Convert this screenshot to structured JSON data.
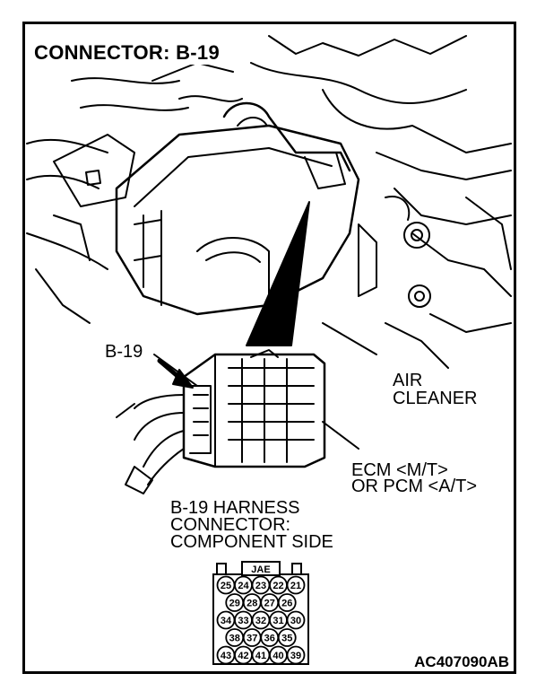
{
  "title": "CONNECTOR: B-19",
  "labels": {
    "b19": "B-19",
    "air_cleaner_1": "AIR",
    "air_cleaner_2": "CLEANER",
    "ecm_1": "ECM <M/T>",
    "ecm_2": "OR PCM <A/T>",
    "harness_1": "B-19 HARNESS",
    "harness_2": "CONNECTOR:",
    "harness_3": "COMPONENT SIDE"
  },
  "connector": {
    "tab_label": "JAE",
    "rows": [
      [
        "25",
        "24",
        "23",
        "22",
        "21"
      ],
      [
        "29",
        "28",
        "27",
        "26"
      ],
      [
        "34",
        "33",
        "32",
        "31",
        "30"
      ],
      [
        "38",
        "37",
        "36",
        "35"
      ],
      [
        "43",
        "42",
        "41",
        "40",
        "39"
      ]
    ]
  },
  "figure_code": "AC407090AB"
}
